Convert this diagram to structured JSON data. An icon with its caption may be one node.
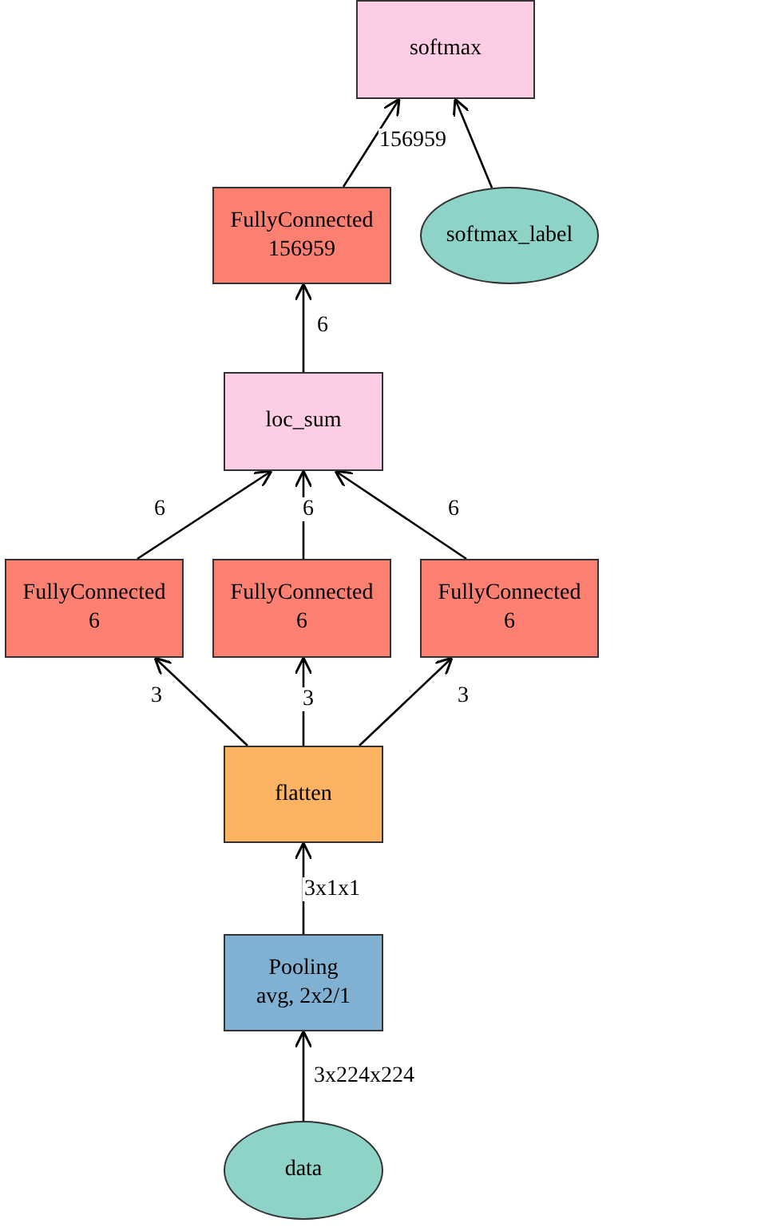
{
  "diagram": {
    "nodes": [
      {
        "text": [
          "softmax"
        ]
      },
      {
        "text": [
          "FullyConnected",
          "156959"
        ]
      },
      {
        "text": [
          "softmax_label"
        ]
      },
      {
        "text": [
          "loc_sum"
        ]
      },
      {
        "text": [
          "FullyConnected",
          "6"
        ]
      },
      {
        "text": [
          "FullyConnected",
          "6"
        ]
      },
      {
        "text": [
          "FullyConnected",
          "6"
        ]
      },
      {
        "text": [
          "flatten"
        ]
      },
      {
        "text": [
          "Pooling",
          "avg, 2x2/1"
        ]
      },
      {
        "text": [
          "data"
        ]
      }
    ],
    "edges": [
      {
        "from": 1,
        "to": 0,
        "arrow": "to",
        "label": "156959"
      },
      {
        "from": 2,
        "to": 0,
        "arrow": "to"
      },
      {
        "from": 3,
        "to": 1,
        "arrow": "to",
        "label": "6"
      },
      {
        "from": 4,
        "to": 3,
        "arrow": "to",
        "label": "6"
      },
      {
        "from": 5,
        "to": 3,
        "arrow": "to",
        "label": "6"
      },
      {
        "from": 6,
        "to": 3,
        "arrow": "to",
        "label": "6"
      },
      {
        "from": 7,
        "to": 4,
        "arrow": "to",
        "label": "3"
      },
      {
        "from": 7,
        "to": 5,
        "arrow": "to",
        "label": "3"
      },
      {
        "from": 7,
        "to": 6,
        "arrow": "to",
        "label": "3"
      },
      {
        "from": 8,
        "to": 7,
        "arrow": "to",
        "label": "3x1x1"
      },
      {
        "from": 9,
        "to": 8,
        "arrow": "to",
        "label": "3x224x224"
      }
    ]
  }
}
